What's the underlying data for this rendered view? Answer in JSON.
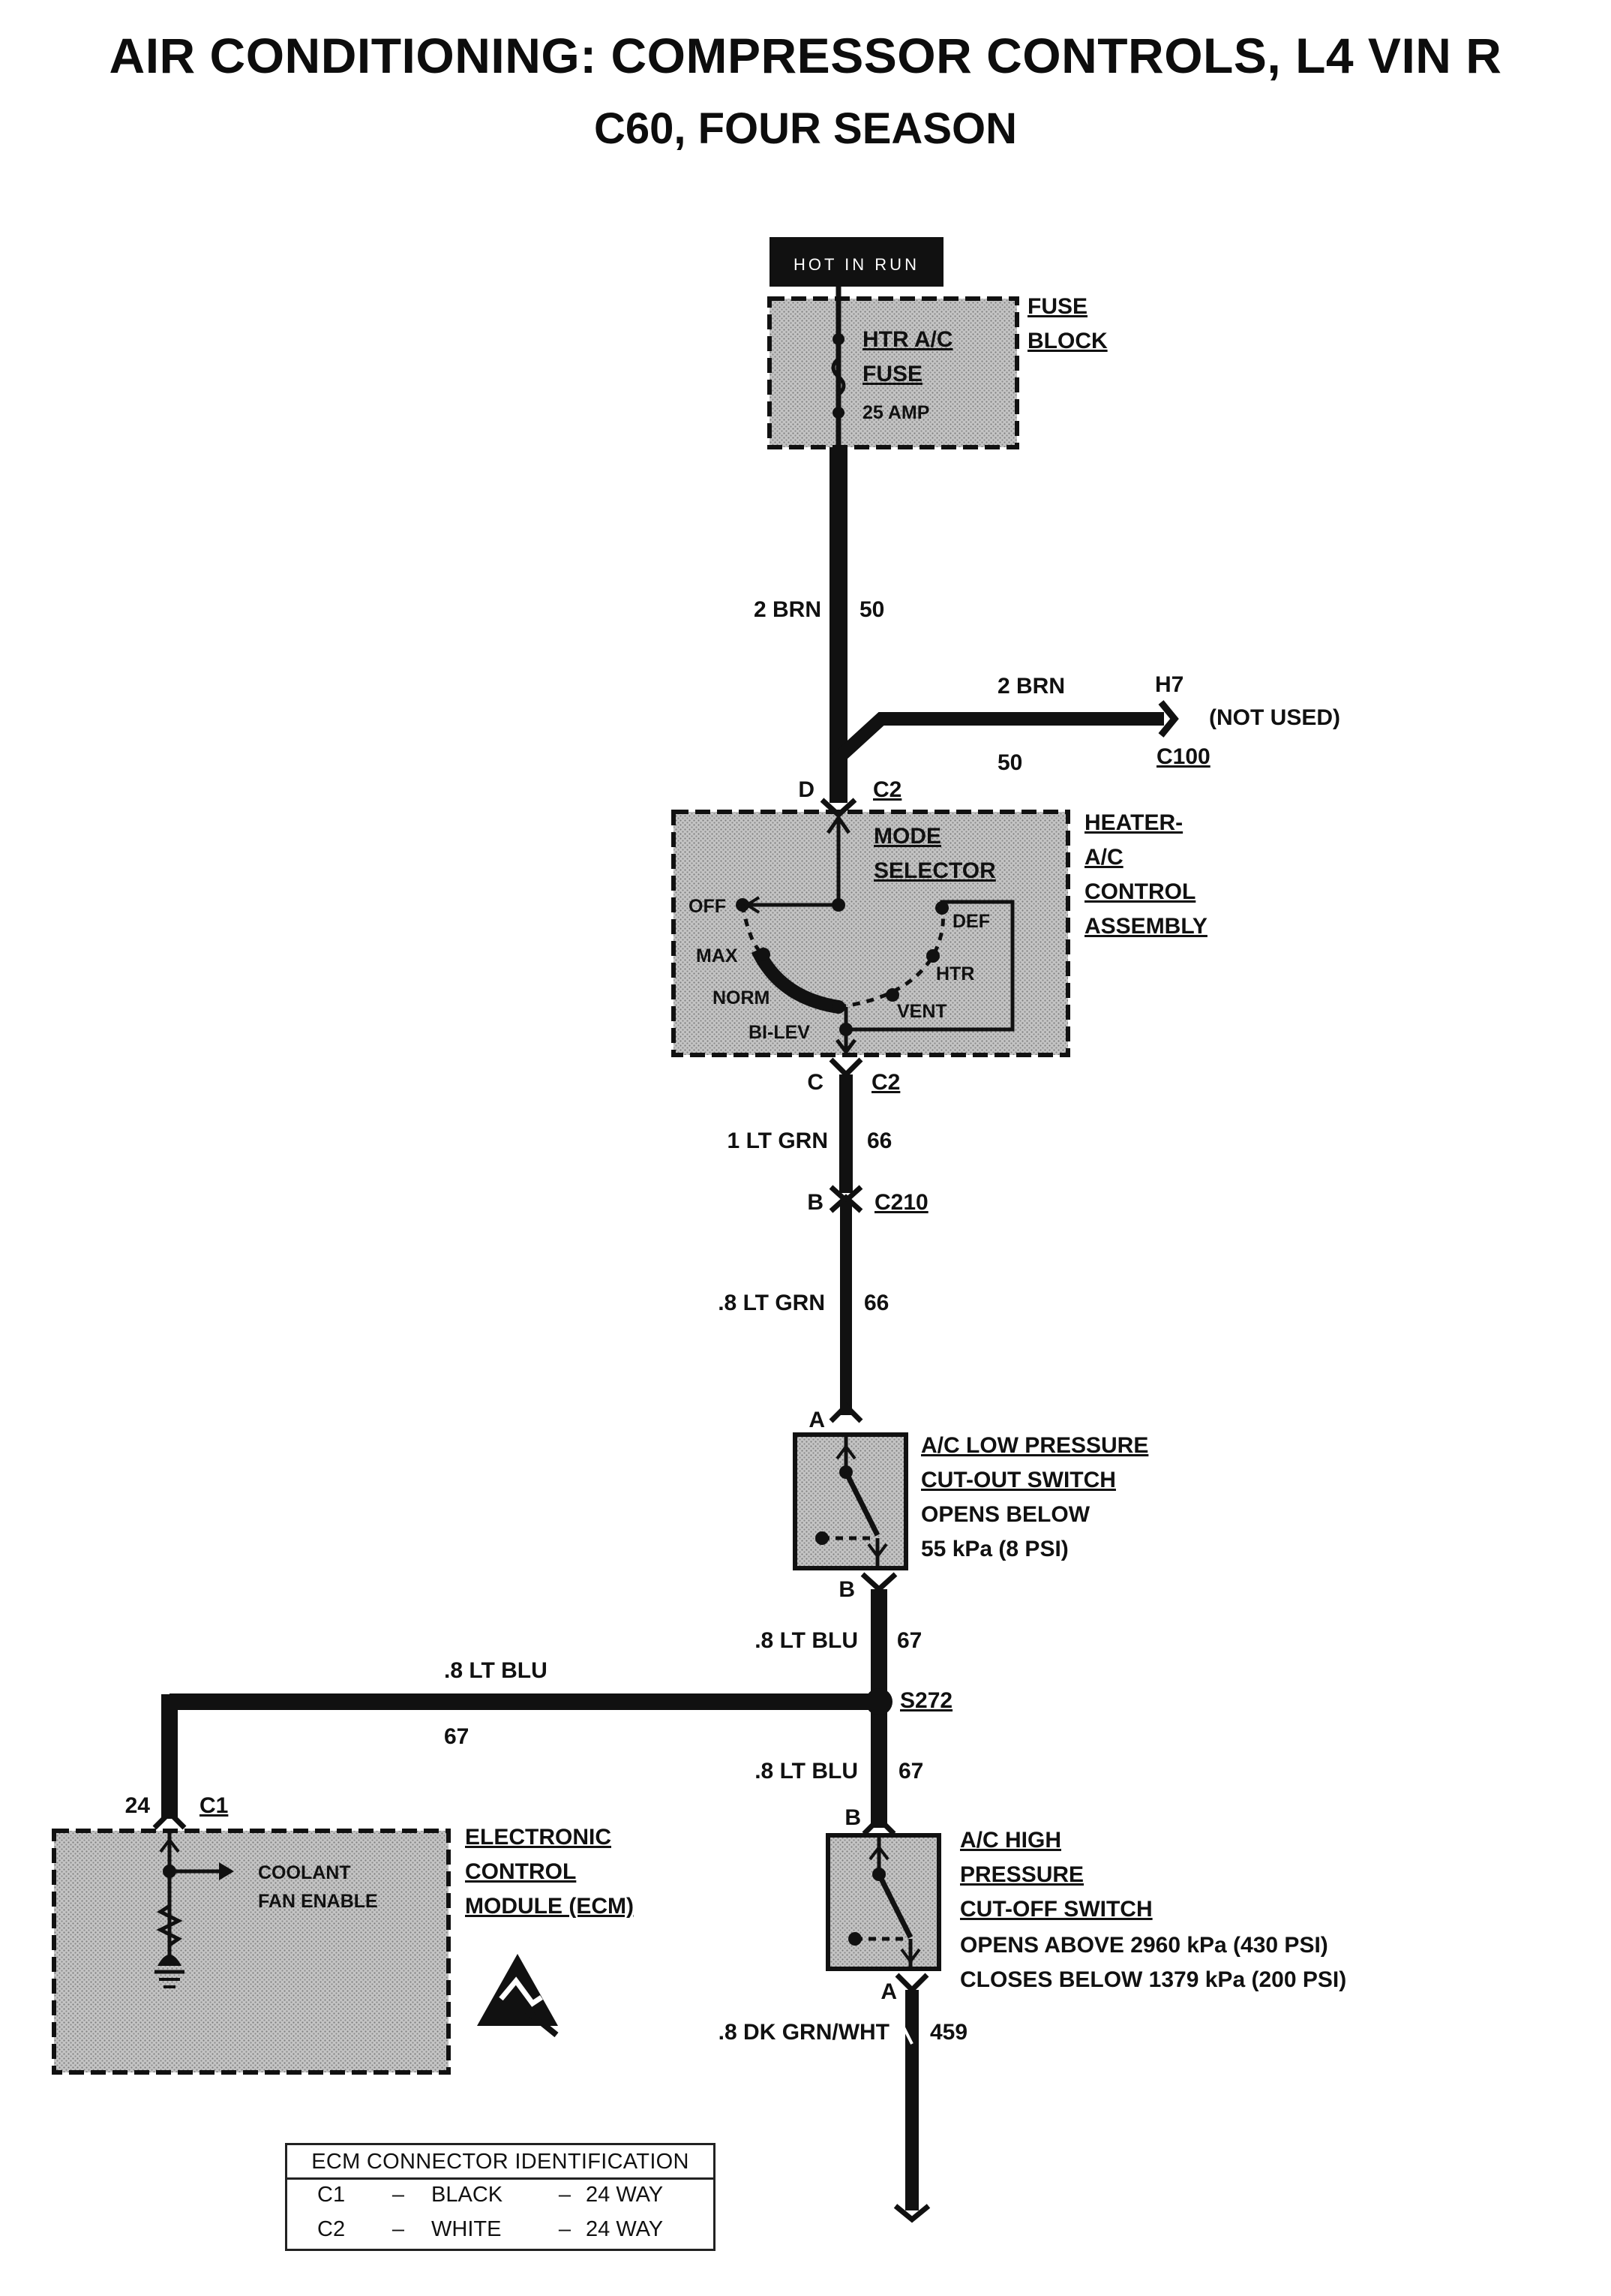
{
  "title": "AIR CONDITIONING: COMPRESSOR CONTROLS, L4 VIN R",
  "subtitle": "C60, FOUR SEASON",
  "power": {
    "label": "HOT IN RUN"
  },
  "fuse_block": {
    "label_line1": "FUSE",
    "label_line2": "BLOCK",
    "fuse_name_line1": "HTR A/C",
    "fuse_name_line2": "FUSE",
    "fuse_rating": "25 AMP"
  },
  "wires": {
    "w50_gauge_color": "2 BRN",
    "w50_circuit": "50",
    "branch_gauge_color": "2 BRN",
    "branch_circuit": "50",
    "w66_upper_gauge_color": "1 LT GRN",
    "w66_upper_circuit": "66",
    "w66_lower_gauge_color": ".8 LT GRN",
    "w66_lower_circuit": "66",
    "w67_upper_gauge_color": ".8 LT BLU",
    "w67_upper_circuit": "67",
    "w67_ecm_gauge_color": ".8 LT BLU",
    "w67_ecm_circuit": "67",
    "w67_lower_gauge_color": ".8 LT BLU",
    "w67_lower_circuit": "67",
    "w459_gauge_color": ".8 DK GRN/WHT",
    "w459_circuit": "459"
  },
  "connectors": {
    "h7_pin": "H7",
    "c100": "C100",
    "not_used": "(NOT USED)",
    "mode_in_pin": "D",
    "mode_in_conn": "C2",
    "mode_out_pin": "C",
    "mode_out_conn": "C2",
    "c210_pin": "B",
    "c210": "C210",
    "lp_in_pin": "A",
    "lp_out_pin": "B",
    "splice": "S272",
    "hp_in_pin": "B",
    "hp_out_pin": "A",
    "ecm_pin": "24",
    "ecm_conn": "C1"
  },
  "hvac_control": {
    "label_line1": "HEATER-",
    "label_line2": "A/C",
    "label_line3": "CONTROL",
    "label_line4": "ASSEMBLY",
    "selector_line1": "MODE",
    "selector_line2": "SELECTOR",
    "positions": [
      "OFF",
      "MAX",
      "NORM",
      "BI-LEV",
      "VENT",
      "HTR",
      "DEF"
    ]
  },
  "low_pressure_switch": {
    "line1": "A/C LOW PRESSURE",
    "line2": "CUT-OUT SWITCH",
    "line3": "OPENS BELOW",
    "line4": "55 kPa (8 PSI)"
  },
  "high_pressure_switch": {
    "line1": "A/C HIGH",
    "line2": "PRESSURE",
    "line3": "CUT-OFF SWITCH",
    "line4": "OPENS ABOVE 2960 kPa (430 PSI)",
    "line5": "CLOSES BELOW 1379 kPa (200 PSI)"
  },
  "ecm": {
    "label_line1": "ELECTRONIC",
    "label_line2": "CONTROL",
    "label_line3": "MODULE (ECM)",
    "output_line1": "COOLANT",
    "output_line2": "FAN ENABLE"
  },
  "ecm_connector_table": {
    "header": "ECM CONNECTOR IDENTIFICATION",
    "rows": [
      {
        "id": "C1",
        "dash1": "–",
        "color": "BLACK",
        "dash2": "–",
        "ways": "24 WAY"
      },
      {
        "id": "C2",
        "dash1": "–",
        "color": "WHITE",
        "dash2": "–",
        "ways": "24 WAY"
      }
    ]
  },
  "colors": {
    "wire": "#111111",
    "component_fill": "#b9b9b9",
    "background": "#ffffff"
  }
}
